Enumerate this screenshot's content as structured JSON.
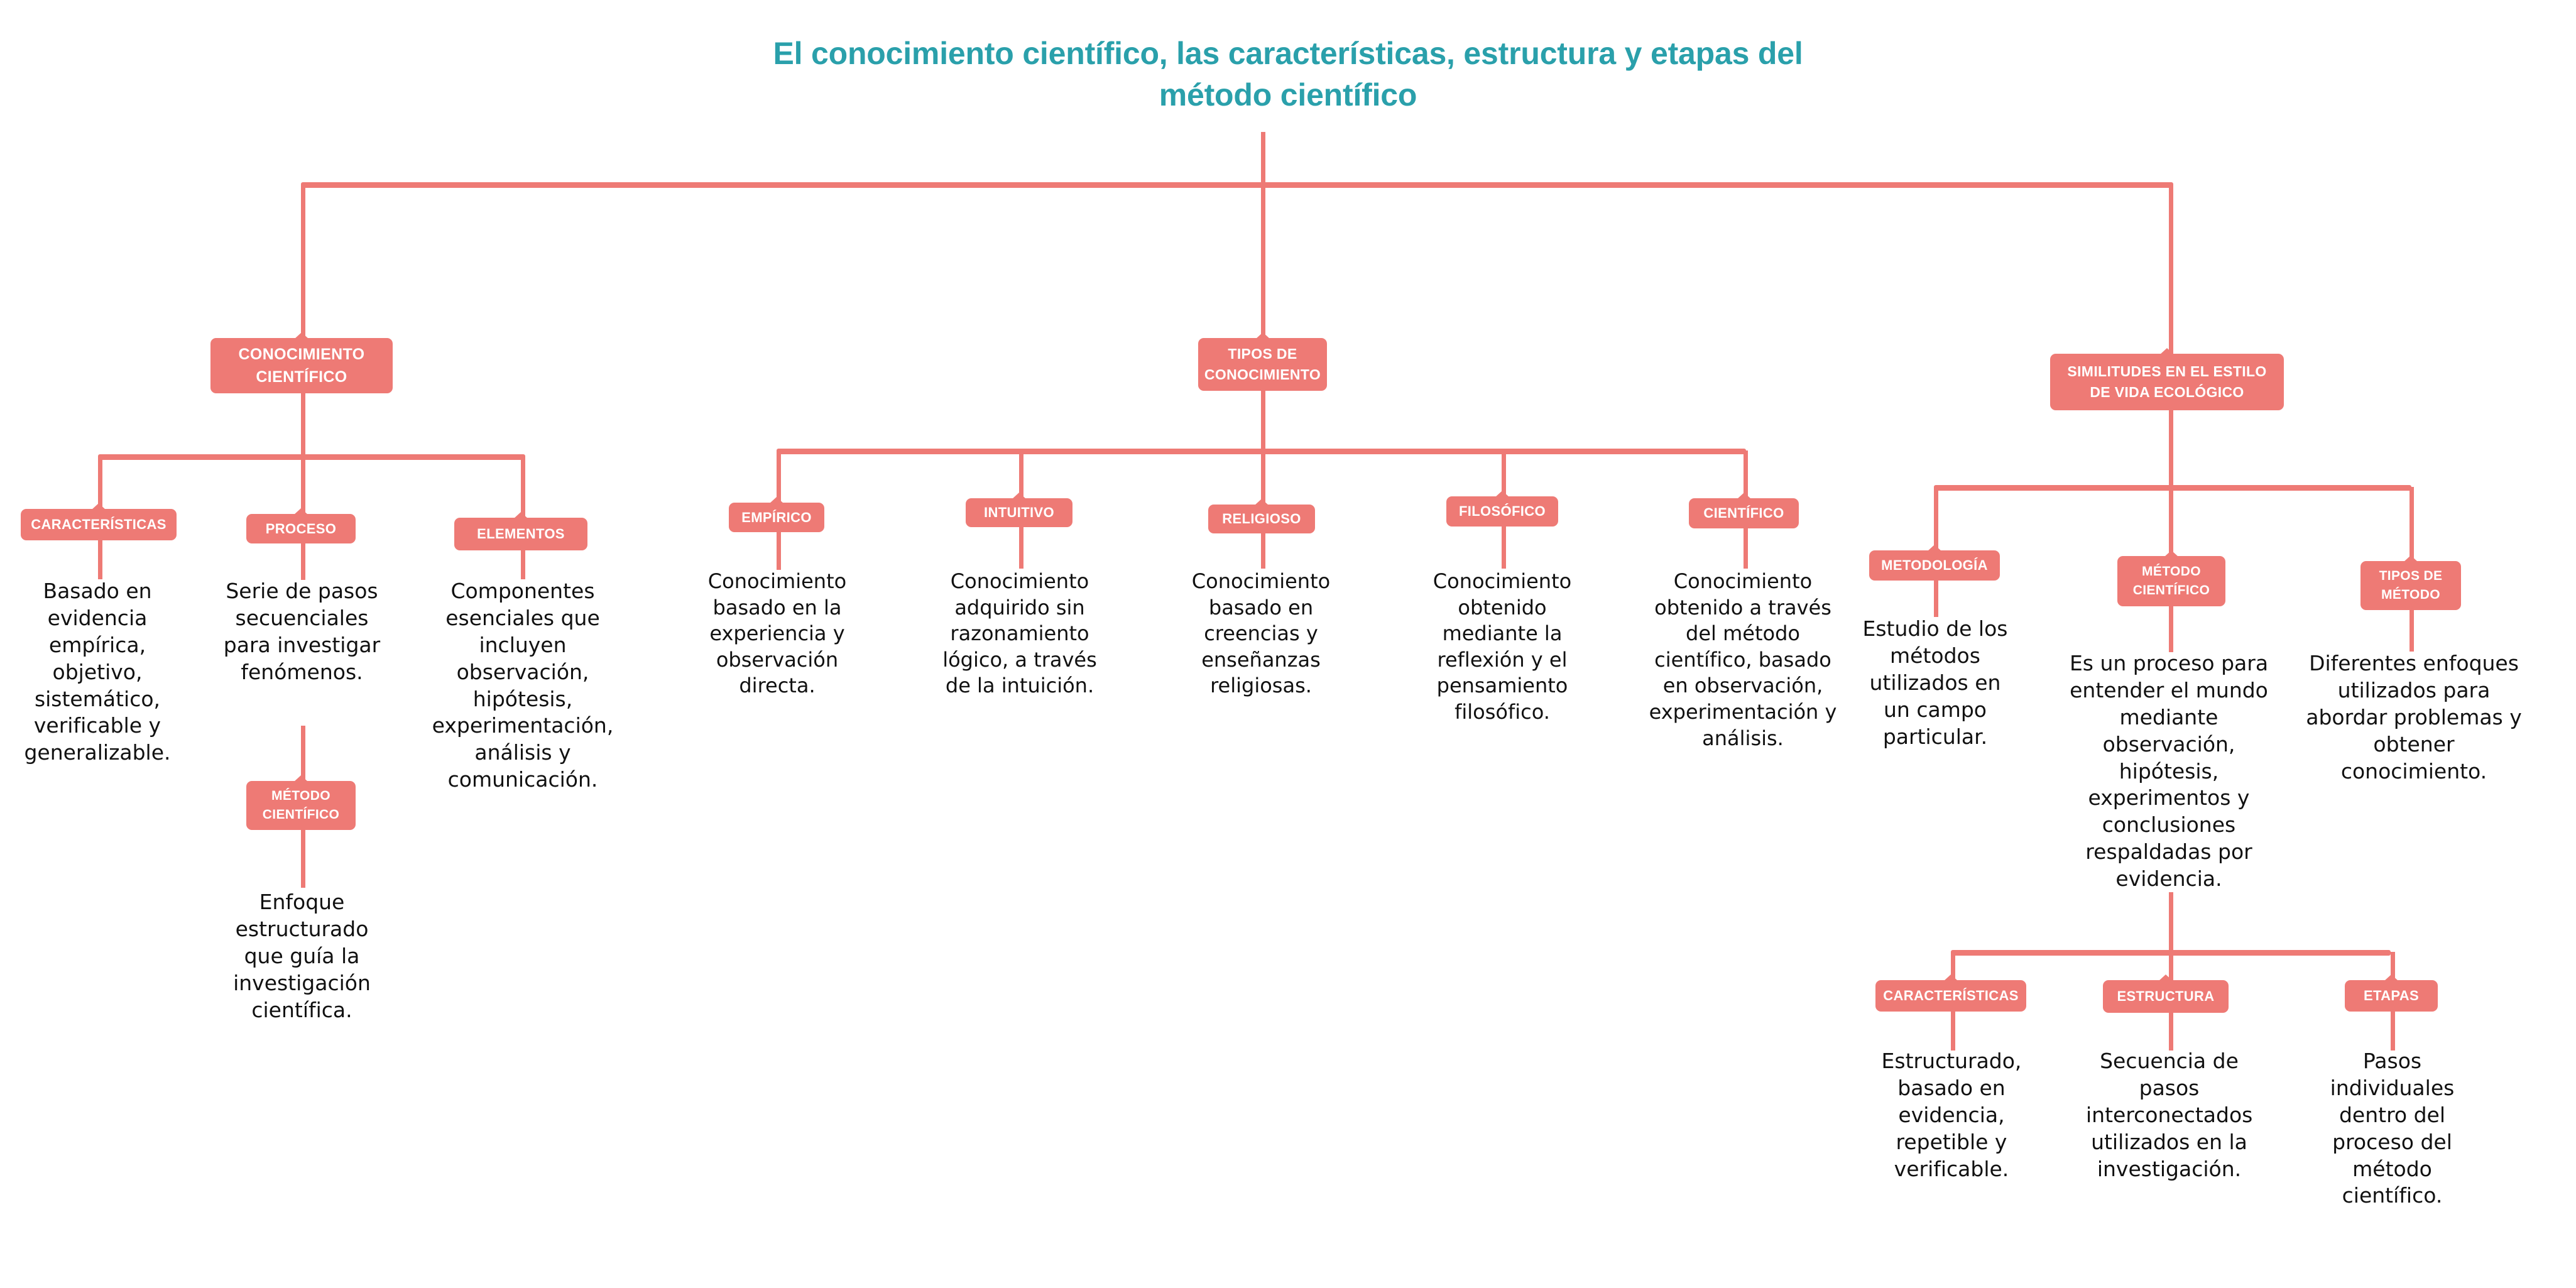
{
  "title": "El conocimiento científico, las características, estructura y etapas del método científico",
  "colors": {
    "accent": "#ee7a75",
    "title": "#2aa0ab",
    "body_text": "#111111",
    "background": "#ffffff"
  },
  "diagram": {
    "type": "concept-map",
    "root": "El conocimiento científico, las características, estructura y etapas del método científico",
    "branches": [
      {
        "id": "conocimiento-cientifico",
        "node": "CONOCIMIENTO\nCIENTÍFICO",
        "children": [
          {
            "id": "caracteristicas",
            "node": "CARACTERÍSTICAS",
            "text": "Basado en evidencia empírica, objetivo, sistemático, verificable y generalizable."
          },
          {
            "id": "proceso",
            "node": "PROCESO",
            "text": "Serie de pasos secuenciales para investigar fenómenos.",
            "children": [
              {
                "id": "metodo-cientifico-proceso",
                "node": "MÉTODO\nCIENTÍFICO",
                "text": "Enfoque estructurado que guía la investigación científica."
              }
            ]
          },
          {
            "id": "elementos",
            "node": "ELEMENTOS",
            "text": "Componentes esenciales que incluyen observación, hipótesis, experimentación, análisis y comunicación."
          }
        ]
      },
      {
        "id": "tipos-de-conocimiento",
        "node": "TIPOS DE\nCONOCIMIENTO",
        "children": [
          {
            "id": "empirico",
            "node": "EMPÍRICO",
            "text": "Conocimiento basado en la experiencia y observación directa."
          },
          {
            "id": "intuitivo",
            "node": "INTUITIVO",
            "text": "Conocimiento adquirido sin razonamiento lógico, a través de la intuición."
          },
          {
            "id": "religioso",
            "node": "RELIGIOSO",
            "text": "Conocimiento basado en creencias y enseñanzas religiosas."
          },
          {
            "id": "filosofico",
            "node": "FILOSÓFICO",
            "text": "Conocimiento obtenido mediante la reflexión y el pensamiento filosófico."
          },
          {
            "id": "cientifico",
            "node": "CIENTÍFICO",
            "text": "Conocimiento obtenido a través del método científico, basado en observación, experimentación y análisis."
          }
        ]
      },
      {
        "id": "similitudes-estilo-vida-ecologico",
        "node": "SIMILITUDES EN EL ESTILO\nDE VIDA ECOLÓGICO",
        "children": [
          {
            "id": "metodologia",
            "node": "METODOLOGÍA",
            "text": "Estudio de los métodos utilizados en un campo particular."
          },
          {
            "id": "metodo-cientifico",
            "node": "MÉTODO\nCIENTÍFICO",
            "text": "Es un proceso para entender el mundo mediante observación, hipótesis, experimentos y conclusiones respaldadas por evidencia.",
            "children": [
              {
                "id": "caracteristicas-mc",
                "node": "CARACTERÍSTICAS",
                "text": "Estructurado, basado en evidencia, repetible y verificable."
              },
              {
                "id": "estructura-mc",
                "node": "ESTRUCTURA",
                "text": "Secuencia de pasos interconectados utilizados en la investigación."
              },
              {
                "id": "etapas-mc",
                "node": "ETAPAS",
                "text": "Pasos individuales dentro del proceso del método científico."
              }
            ]
          },
          {
            "id": "tipos-de-metodo",
            "node": "TIPOS DE\nMÉTODO",
            "text": "Diferentes enfoques utilizados para abordar problemas y obtener conocimiento."
          }
        ]
      }
    ]
  }
}
